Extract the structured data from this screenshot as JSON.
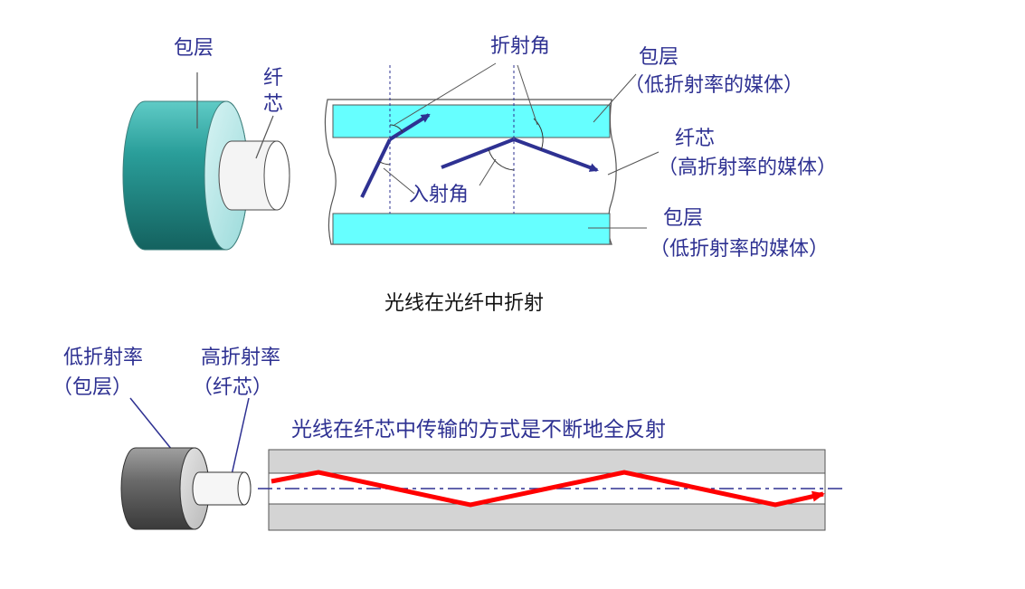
{
  "top": {
    "cable_cladding_label": "包层",
    "cable_core_label": "纤芯",
    "refraction_angle_label": "折射角",
    "incidence_angle_label": "入射角",
    "cladding_top_label": "包层",
    "cladding_top_desc": "（低折射率的媒体）",
    "core_label": "纤芯",
    "core_desc": "（高折射率的媒体）",
    "cladding_bottom_label": "包层",
    "cladding_bottom_desc": "（低折射率的媒体）",
    "caption": "光线在光纤中折射"
  },
  "bottom": {
    "low_index_label": "低折射率",
    "low_index_paren": "（包层）",
    "high_index_label": "高折射率",
    "high_index_paren": "（纤芯）",
    "heading": "光线在纤芯中传输的方式是不断地全反射"
  },
  "colors": {
    "label_blue": "#2e3192",
    "arrow_blue": "#2e3192",
    "cladding_cyan": "#66ffff",
    "cable_teal": "#2a9e9a",
    "bottom_ray_red": "#ff0000",
    "bottom_cladding_gray": "#d4d4d4"
  }
}
